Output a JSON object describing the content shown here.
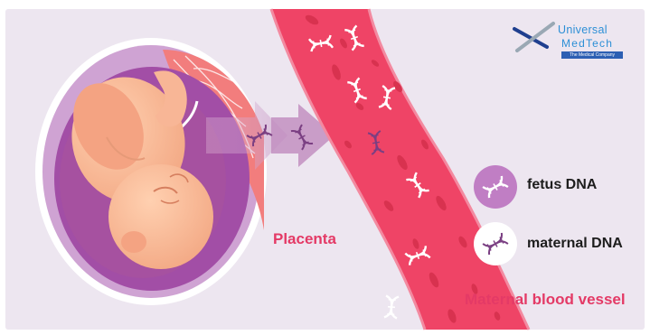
{
  "logo": {
    "line1": "Universal",
    "line2": "MedTech",
    "tagline": "The Medical Company"
  },
  "labels": {
    "placenta": "Placenta",
    "vessel": "Maternal blood vessel"
  },
  "legend": {
    "fetus": "fetus DNA",
    "maternal": "maternal DNA"
  },
  "colors": {
    "background": "#ede6f0",
    "vessel": "#ef4466",
    "blood_cell": "#d8324f",
    "uterus": "#a24ea6",
    "fetus_dna_circle": "#c07ec4",
    "accent_text": "#e43a66"
  }
}
